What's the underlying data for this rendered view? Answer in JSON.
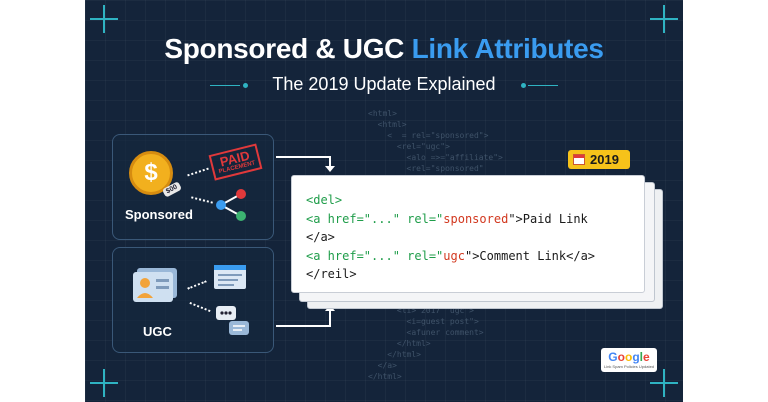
{
  "header": {
    "title_part1": "Sponsored & UGC",
    "title_part2": "Link Attributes",
    "subtitle": "The 2019 Update Explained"
  },
  "panels": {
    "sponsored": {
      "label": "Sponsored",
      "coin_symbol": "$",
      "price_tag": "$00",
      "stamp_line1": "PAID",
      "stamp_line2": "PLACEMENT"
    },
    "ugc": {
      "label": "UGC"
    }
  },
  "year_badge": {
    "year": "2019"
  },
  "code": {
    "line1": "<del>",
    "line2_pre": "<a href=\"...\" rel=\"",
    "line2_val": "sponsored",
    "line2_post": "\">Paid Link",
    "line3": "</a>",
    "line4_pre": "<a href=\"...\" rel=\"",
    "line4_val": "ugc",
    "line4_post": "\">Comment Link</a>",
    "line5": "</reil>"
  },
  "background_code": {
    "top": "<html>\n  <html>\n    <  = rel=\"sponsored\">\n      <rel=\"ugc\">\n        <alo =>=\"affiliate\">\n        <rel=\"sponsored\"",
    "bottom": "      <li> 2017 \"ugc\">\n        <i=guest post\">\n        <afuner comment>\n      </html>\n    </html>\n  </a>\n</html>"
  },
  "google_badge": {
    "brand": "Google",
    "caption": "Link Spam Policies Updated"
  },
  "colors": {
    "background": "#14243a",
    "accent_blue": "#3a9cf0",
    "accent_teal": "#2fb3c2",
    "sponsored_value": "#d2381f",
    "ugc_value": "#d2381f",
    "keyword_green": "#1f9d4a",
    "badge_yellow": "#f6c21a"
  }
}
